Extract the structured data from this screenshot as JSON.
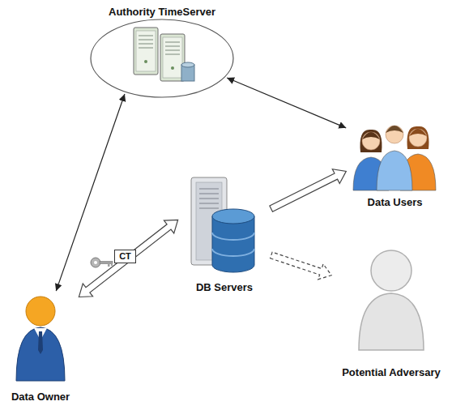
{
  "diagram": {
    "nodes": [
      {
        "text": [
          "Authority TimeServer"
        ]
      },
      {
        "text": [
          "Data Users"
        ]
      },
      {
        "text": [
          "DB Servers"
        ]
      },
      {
        "text": [
          "Potential Adversary"
        ]
      },
      {
        "text": [
          "Data Owner"
        ]
      }
    ],
    "edges": [
      {
        "from": 4,
        "to": 0,
        "arrow": "both"
      },
      {
        "from": 0,
        "to": 1,
        "arrow": "both"
      },
      {
        "from": 4,
        "to": 2,
        "arrow": "both",
        "label": "CT"
      },
      {
        "from": 2,
        "to": 1,
        "arrow": "to"
      },
      {
        "from": 2,
        "to": 3,
        "arrow": "to"
      }
    ]
  }
}
